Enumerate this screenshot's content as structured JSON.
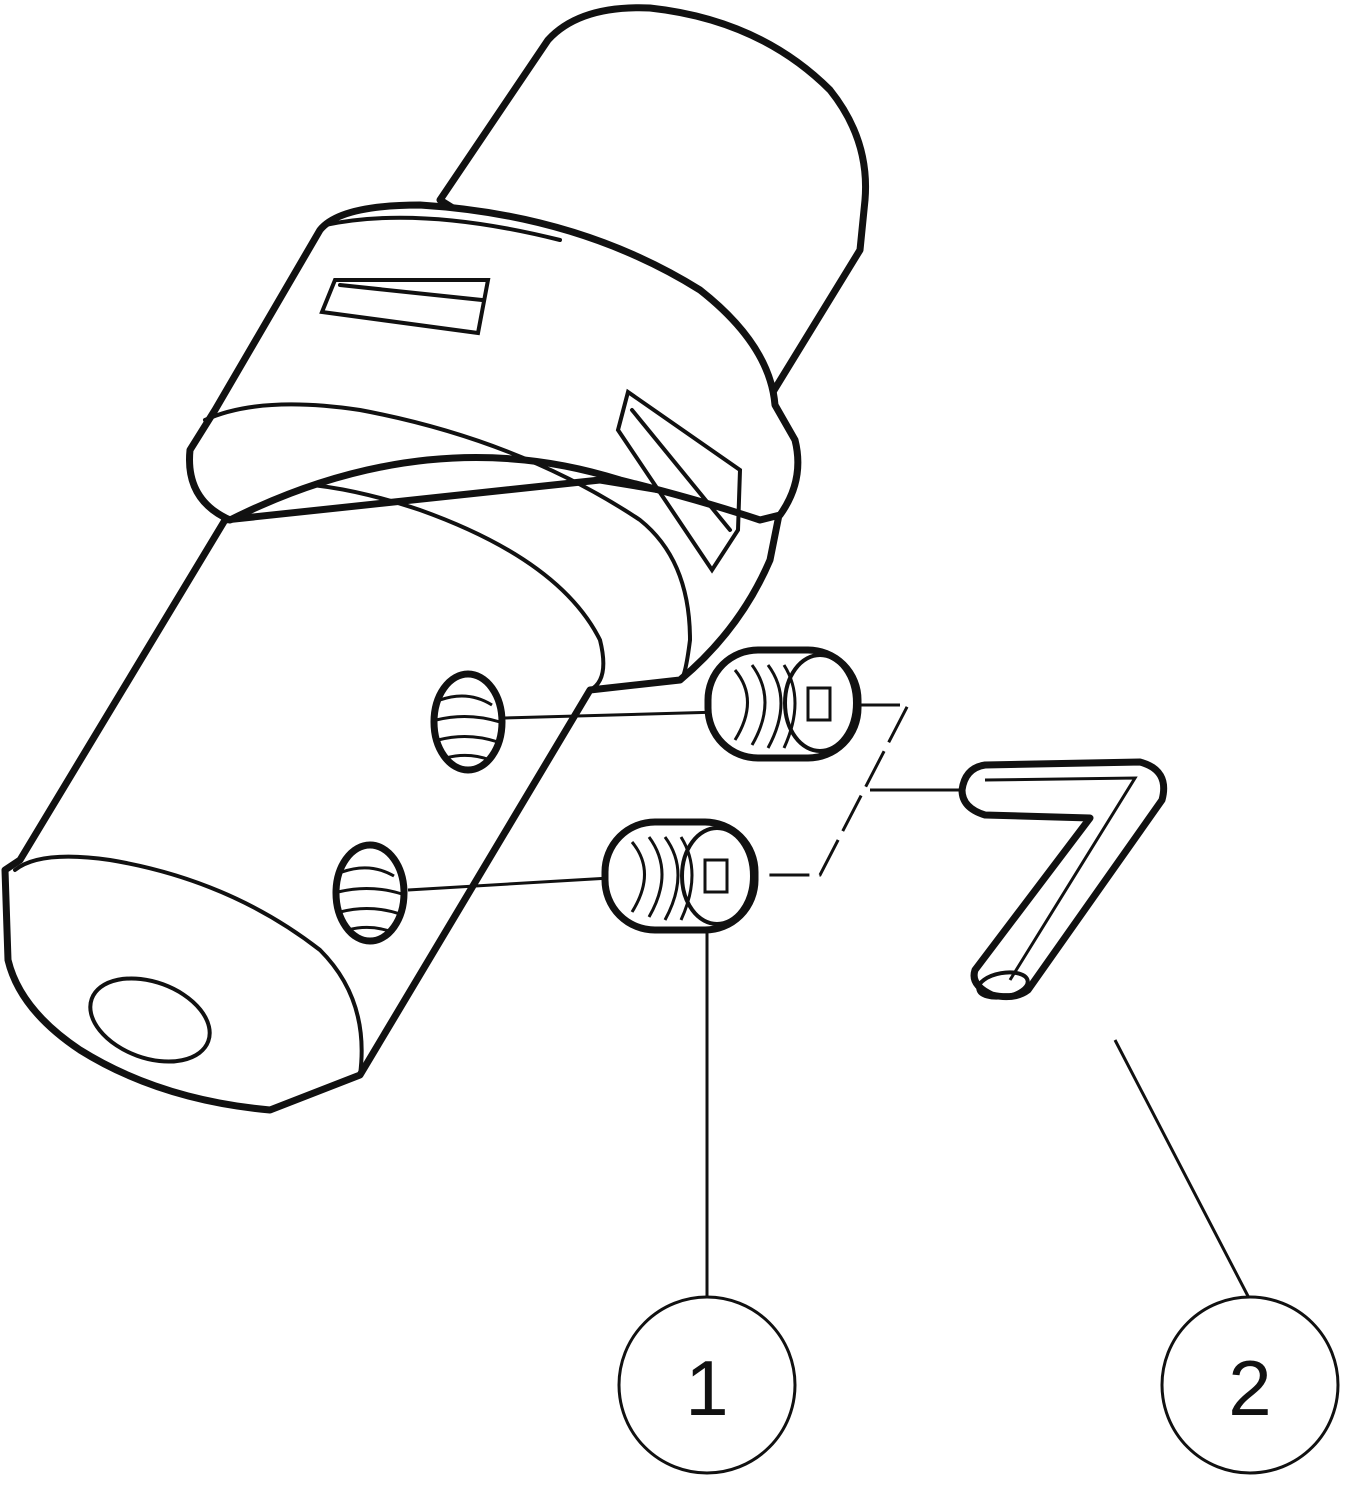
{
  "callouts": [
    {
      "label": "1",
      "part": "set-screw"
    },
    {
      "label": "2",
      "part": "hex-key"
    }
  ],
  "colors": {
    "line": "#111111",
    "background": "#ffffff"
  }
}
